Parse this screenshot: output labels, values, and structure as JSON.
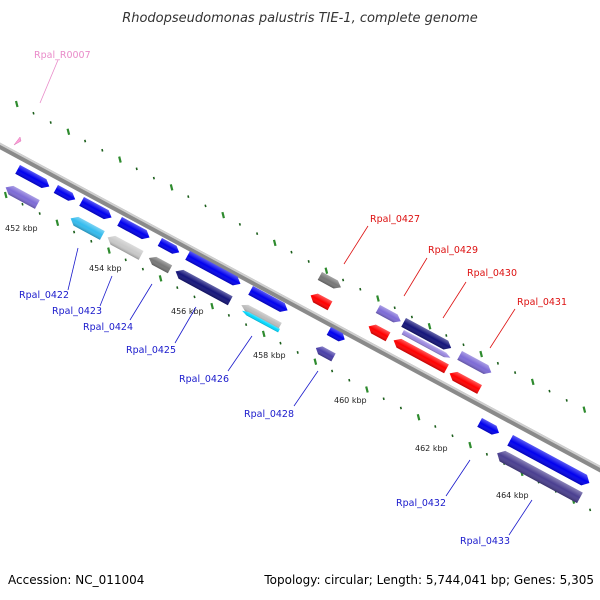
{
  "title": "Rhodopseudomonas palustris TIE-1, complete genome",
  "footer": {
    "accession": "Accession: NC_011004",
    "topology": "Topology: circular; Length: 5,744,041 bp; Genes: 5,305"
  },
  "colors": {
    "backbone": "#8a8a8a",
    "tick": "#2e8b2e",
    "label_blue": "#1a1acc",
    "label_red": "#dd1111",
    "label_pink": "#e98bc9"
  },
  "kbp_ticks": [
    "452 kbp",
    "454 kbp",
    "456 kbp",
    "458 kbp",
    "460 kbp",
    "462 kbp",
    "464 kbp"
  ],
  "genes": [
    {
      "name": "Rpal_R0007",
      "label": "Rpal_R0007",
      "color": "#ff9ed8",
      "label_color": "#e98bc9"
    },
    {
      "name": "Rpal_0422",
      "label": "Rpal_0422",
      "color": "#0000ff",
      "label_color": "#1a1acc"
    },
    {
      "name": "Rpal_0423",
      "label": "Rpal_0423",
      "color": "#4fc7ee",
      "label_color": "#1a1acc"
    },
    {
      "name": "Rpal_0424",
      "label": "Rpal_0424",
      "color": "#0000ff",
      "label_color": "#1a1acc"
    },
    {
      "name": "Rpal_0425",
      "label": "Rpal_0425",
      "color": "#0000ff",
      "label_color": "#1a1acc"
    },
    {
      "name": "Rpal_0426",
      "label": "Rpal_0426",
      "color": "#0000ff",
      "label_color": "#1a1acc"
    },
    {
      "name": "Rpal_0427",
      "label": "Rpal_0427",
      "color": "#ff0000",
      "label_color": "#dd1111"
    },
    {
      "name": "Rpal_0428",
      "label": "Rpal_0428",
      "color": "#0000ff",
      "label_color": "#1a1acc"
    },
    {
      "name": "Rpal_0429",
      "label": "Rpal_0429",
      "color": "#ff0000",
      "label_color": "#dd1111"
    },
    {
      "name": "Rpal_0430",
      "label": "Rpal_0430",
      "color": "#ff0000",
      "label_color": "#dd1111"
    },
    {
      "name": "Rpal_0431",
      "label": "Rpal_0431",
      "color": "#ff0000",
      "label_color": "#dd1111"
    },
    {
      "name": "Rpal_0432",
      "label": "Rpal_0432",
      "color": "#0000ff",
      "label_color": "#1a1acc"
    },
    {
      "name": "Rpal_0433",
      "label": "Rpal_0433",
      "color": "#0000ff",
      "label_color": "#1a1acc"
    }
  ]
}
